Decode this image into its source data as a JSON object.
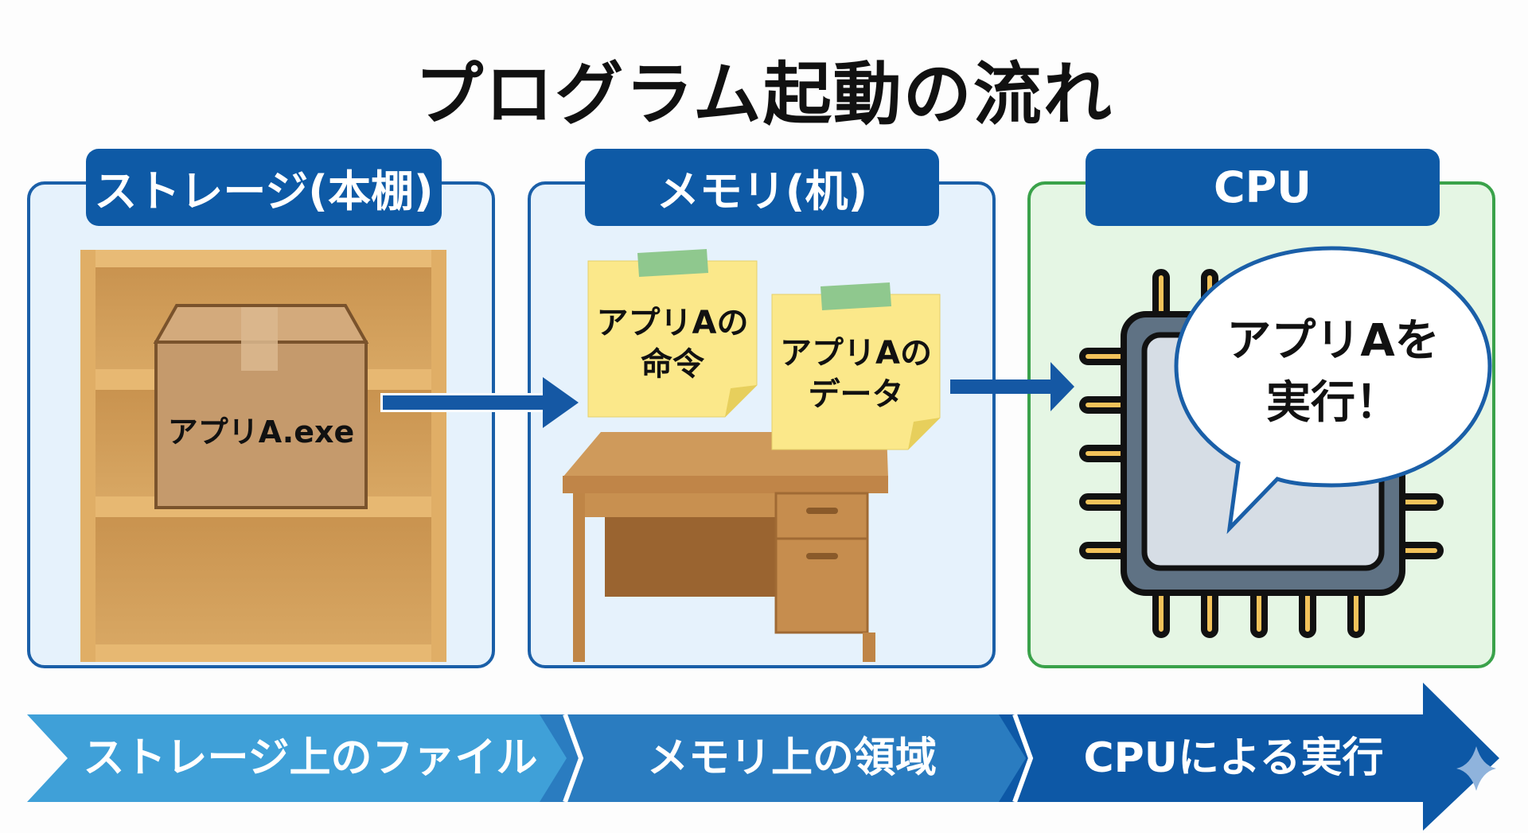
{
  "title": "プログラム起動の流れ",
  "panels": [
    {
      "heading": "ストレージ(本棚)",
      "item_label": "アプリA.exe"
    },
    {
      "heading": "メモリ(机)",
      "notes": [
        {
          "line1": "アプリAの",
          "line2": "命令"
        },
        {
          "line1": "アプリAの",
          "line2": "データ"
        }
      ]
    },
    {
      "heading": "CPU",
      "bubble_line1": "アプリAを",
      "bubble_line2": "実行！"
    }
  ],
  "flow_steps": [
    "ストレージ上のファイル",
    "メモリ上の領域",
    "CPUによる実行"
  ],
  "colors": {
    "navy": "#0e5aa6",
    "panel_blue_border": "#1a5fa8",
    "panel_green_border": "#3aa24a",
    "step1": "#3fa0d8",
    "step2": "#2a7cc0",
    "step3": "#0d58a6"
  },
  "icons": [
    "bookshelf-icon",
    "cardboard-box-icon",
    "desk-icon",
    "sticky-note-icon",
    "cpu-chip-icon",
    "speech-bubble-icon",
    "arrow-right-icon",
    "sparkle-icon"
  ]
}
